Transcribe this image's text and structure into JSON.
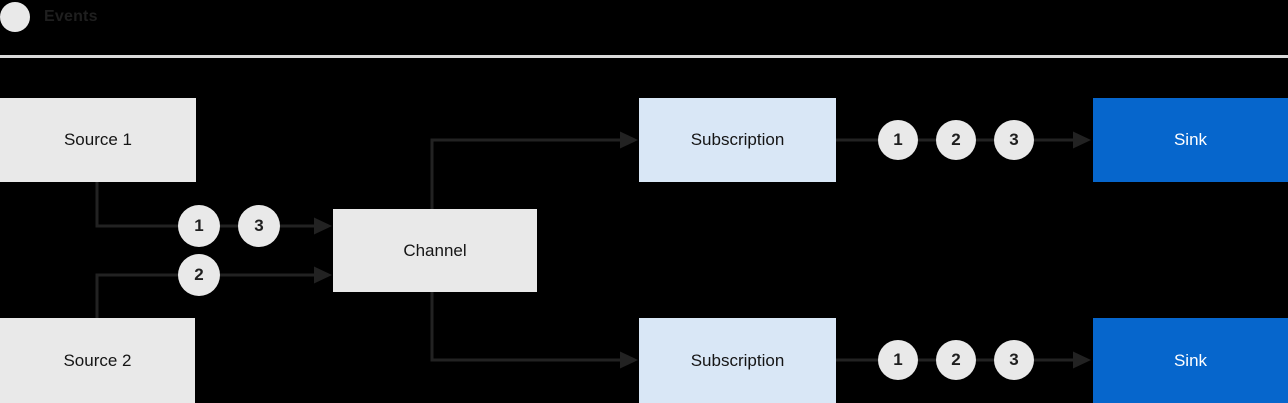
{
  "legend": {
    "label": "Events",
    "icon": "event-circle-icon",
    "icon_color": "#E9E9E9"
  },
  "colors": {
    "background": "#000000",
    "source_channel_box": "#E9E9E9",
    "subscription_box": "#D9E7F6",
    "sink_box": "#0666CC",
    "text_dark": "#151515",
    "text_light": "#FFFFFF",
    "connector_line": "#222222",
    "divider": "#D9D9D9",
    "event_circle": "#E9E9E9"
  },
  "nodes": {
    "source1": {
      "label": "Source 1"
    },
    "source2": {
      "label": "Source 2"
    },
    "channel": {
      "label": "Channel"
    },
    "subscription_top": {
      "label": "Subscription"
    },
    "subscription_bottom": {
      "label": "Subscription"
    },
    "sink_top": {
      "label": "Sink"
    },
    "sink_bottom": {
      "label": "Sink"
    }
  },
  "event_markers": {
    "source1_to_channel": [
      "1",
      "3"
    ],
    "source2_to_channel": [
      "2"
    ],
    "subscription_top_to_sink": [
      "1",
      "2",
      "3"
    ],
    "subscription_bottom_to_sink": [
      "1",
      "2",
      "3"
    ]
  }
}
